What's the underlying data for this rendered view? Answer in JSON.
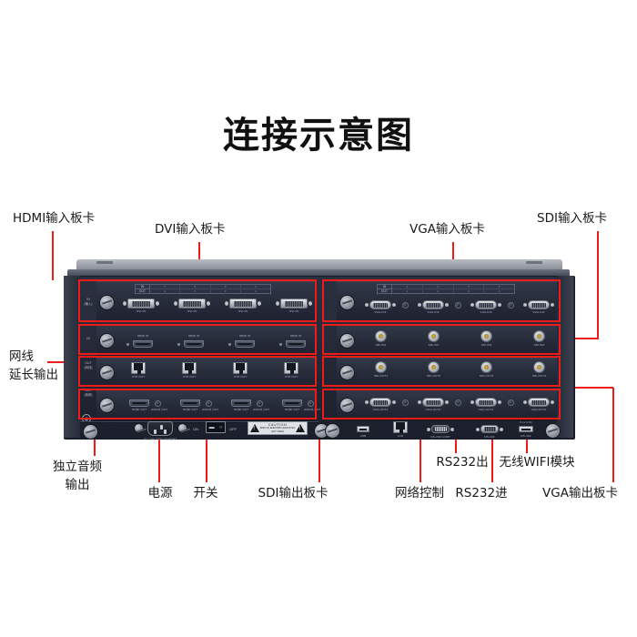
{
  "page": {
    "title": "连接示意图",
    "accent_red": "#ee1c18",
    "background": "#ffffff"
  },
  "callouts": {
    "hdmi_input_card": "HDMI输入板卡",
    "dvi_input_card": "DVI输入板卡",
    "vga_input_card": "VGA输入板卡",
    "sdi_input_card": "SDI输入板卡",
    "utp_extend_out_line1": "网线",
    "utp_extend_out_line2": "延长输出",
    "audio_out_line1": "独立音频",
    "audio_out_line2": "输出",
    "power": "电源",
    "switch": "开关",
    "sdi_output_card": "SDI输出板卡",
    "network_control": "网络控制",
    "rs232_out": "RS232出",
    "rs232_in": "RS232进",
    "wifi_module": "无线WIFI模块",
    "vga_output_card": "VGA输出板卡"
  },
  "device": {
    "io_strip": {
      "in": "IN",
      "out": "OUT",
      "channels": [
        "1",
        "2",
        "3",
        "4"
      ]
    },
    "side_labels": {
      "row1": "IN",
      "row1_sub": "(输入)",
      "row2": "IN",
      "row2_sub": "",
      "row3": "OUT",
      "row3_sub": "(网线)",
      "row4": "OUT",
      "row4_sub": "(音频)"
    },
    "rows": {
      "dvi_in": {
        "label": "DVI-IN",
        "count": 4
      },
      "hdmi_in": {
        "label": "HDMI IN",
        "count": 4
      },
      "utp_out": {
        "label": "UTP-OUT",
        "count": 4
      },
      "hdmi_out": {
        "label": "HDMI OUT",
        "audio_label": "AUDIO OUT",
        "count": 4
      },
      "vga_in": {
        "labels": [
          "VGA-IN1",
          "VGA-IN2",
          "VGA-IN3",
          "VGA-IN4"
        ]
      },
      "sdi_in": {
        "labels": [
          "SDI-IN1",
          "SDI-IN2",
          "SDI-IN3",
          "SDI-IN4"
        ]
      },
      "sdi_out": {
        "labels": [
          "SDI-OUT1",
          "SDI-OUT2",
          "SDI-OUT3",
          "SDI-OUT4"
        ]
      },
      "vga_out": {
        "labels": [
          "VGA-OUT1",
          "VGA-OUT2",
          "VGA-OUT3",
          "VGA-OUT4"
        ]
      }
    },
    "power_section": {
      "on": "ON",
      "off": "OFF",
      "ac_rating": "AC 100-220V 50/60HZ",
      "caution_title": "CAUTION",
      "caution_text": "RISK OF ELECTRIC SHOCK DO NOT OPEN"
    },
    "control_ports": {
      "usb": "USB",
      "lan": "LAN",
      "rs232_loop": "RS-232 LOOP",
      "rs232": "RS-232",
      "rs422": "RS-422",
      "wifi_rating": "5.1v 0.8v"
    }
  }
}
